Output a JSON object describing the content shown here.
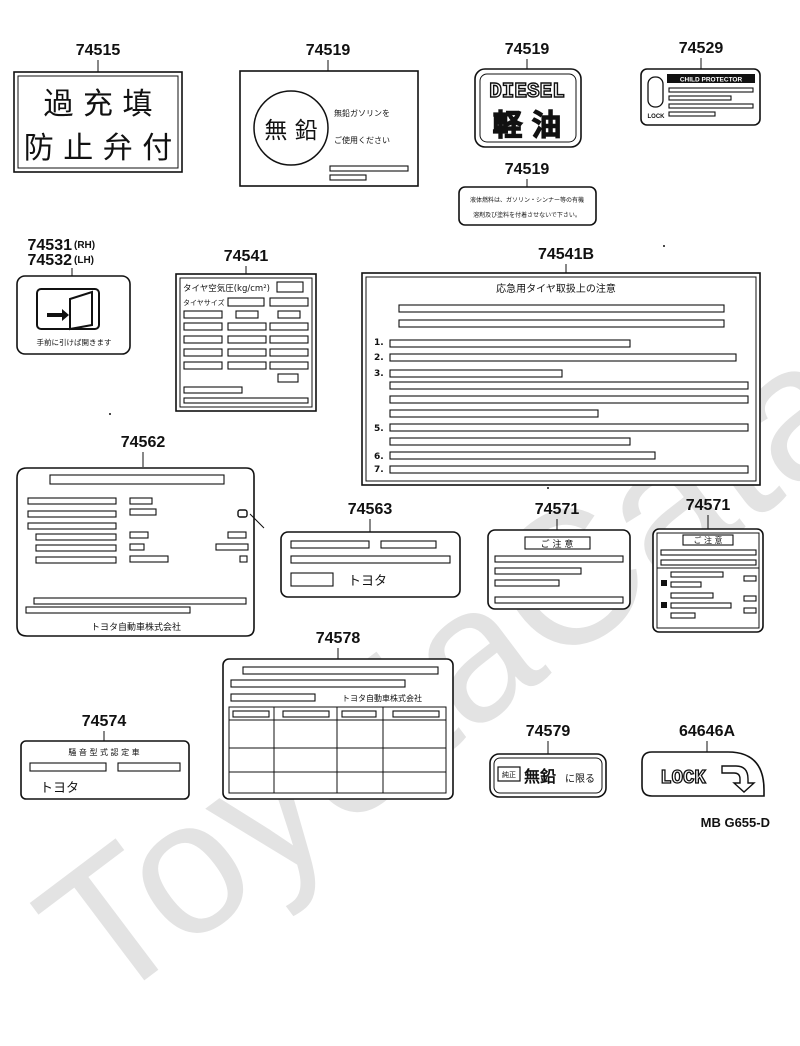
{
  "watermark": "ToyotaCatalog",
  "reference_code": "MB G655-D",
  "parts": {
    "p74515": {
      "number": "74515",
      "line1": "過 充 填",
      "line2": "防 止 弁 付"
    },
    "p74519a": {
      "number": "74519",
      "circle": "無 鉛",
      "line1": "無鉛ガソリンを",
      "line2": "ご使用ください"
    },
    "p74519b": {
      "number": "74519",
      "line1": "DIESEL",
      "line2": "軽 油"
    },
    "p74529": {
      "number": "74529",
      "header": "CHILD PROTECTOR",
      "lock": "LOCK"
    },
    "p74519c": {
      "number": "74519",
      "line1": "液体燃料は、ガソリン・シンナー等の有機",
      "line2": "溶剤及び塗料を付着させないで下さい。"
    },
    "p74531": {
      "number_rh": "74531",
      "tag_rh": "(RH)",
      "number_lh": "74532",
      "tag_lh": "(LH)",
      "caption": "手前に引けば開きます"
    },
    "p74541": {
      "number": "74541",
      "header": "タイヤ空気圧(kg/cm²)",
      "row2": "タイヤサイズ"
    },
    "p74541B": {
      "number": "74541B",
      "title": "応急用タイヤ取扱上の注意",
      "items": [
        "1.",
        "2.",
        "3.",
        "5.",
        "6.",
        "7."
      ]
    },
    "p74562": {
      "number": "74562",
      "footer": "トヨタ自動車株式会社"
    },
    "p74563": {
      "number": "74563",
      "brand": "トヨタ"
    },
    "p74571a": {
      "number": "74571",
      "header": "ご 注 意"
    },
    "p74571b": {
      "number": "74571",
      "header": "ご 注 意"
    },
    "p74578": {
      "number": "74578",
      "maker": "トヨタ自動車株式会社"
    },
    "p74574": {
      "number": "74574",
      "header": "騒 音 型 式 認 定 車",
      "brand": "トヨタ"
    },
    "p74579": {
      "number": "74579",
      "small": "純正",
      "big": "無鉛",
      "tail": "に限る"
    },
    "p64646A": {
      "number": "64646A",
      "text": "LOCK"
    }
  }
}
